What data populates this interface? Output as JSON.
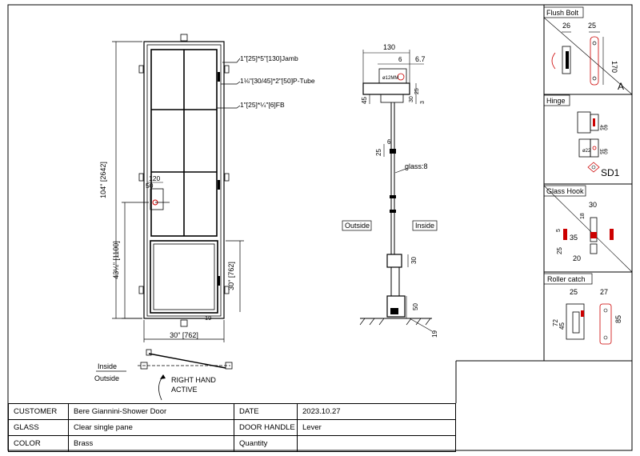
{
  "door": {
    "labels": {
      "jamb": "1\"[25]*5\"[130]Jamb",
      "p_tube": "1⅛\"[30/45]*2\"[50]P-Tube",
      "fb": "1\"[25]*¼\"[6]FB"
    },
    "dims": {
      "height": "104\" [2642]",
      "width": "30\" [762]",
      "handle_height": "43¼\" [1100]",
      "lower_panel": "30\" [762]",
      "handle_120": "120",
      "handle_50": "50",
      "bottom_gap": "19"
    }
  },
  "plan": {
    "inside": "Inside",
    "outside": "Outside",
    "swing_label": "RIGHT HAND",
    "swing_label2": "ACTIVE"
  },
  "section": {
    "dims": {
      "d130": "130",
      "d6": "6",
      "d6_7": "6.7",
      "d30": "30",
      "d25": "25",
      "d45": "45",
      "d3": "3",
      "d25b": "25",
      "d6b": "6",
      "d30b": "30",
      "d50": "50",
      "d19": "19"
    },
    "hole": "ø12MM",
    "glass": "glass:8",
    "outside": "Outside",
    "inside": "Inside"
  },
  "details": {
    "flush_bolt": {
      "title": "Flush Bolt",
      "d26": "26",
      "d25": "25",
      "d170": "170",
      "marker": "A"
    },
    "hinge": {
      "title": "Hinge",
      "d45": "45",
      "d60": "60",
      "d35": "35",
      "d60b": "60",
      "d22": "ø22",
      "code": "SD1"
    },
    "glass_hook": {
      "title": "Glass Hook",
      "d30": "30",
      "d5": "5",
      "d18": "18",
      "d35": "35",
      "d25": "25",
      "d20": "20"
    },
    "roller_catch": {
      "title": "Roller catch",
      "d25": "25",
      "d27": "27",
      "d72": "72",
      "d45": "45",
      "d85": "85"
    }
  },
  "title_block": {
    "customer_label": "CUSTOMER",
    "customer_value": "Bere Giannini-Shower Door",
    "date_label": "DATE",
    "date_value": "2023.10.27",
    "glass_label": "GLASS",
    "glass_value": "Clear single pane",
    "handle_label": "DOOR HANDLE",
    "handle_value": "Lever",
    "color_label": "COLOR",
    "color_value": "Brass",
    "quantity_label": "Quantity",
    "quantity_value": ""
  }
}
